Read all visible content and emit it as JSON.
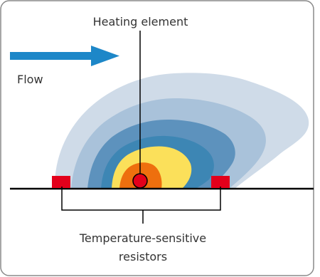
{
  "labels": {
    "heating_element": "Heating element",
    "flow": "Flow",
    "resistors_line1": "Temperature-sensitive",
    "resistors_line2": "resistors"
  },
  "colors": {
    "border": "#8a8a8a",
    "flow_arrow": "#1d87c8",
    "zone_outer": "#cfdbe8",
    "zone_2": "#a9c2da",
    "zone_3": "#5d92bd",
    "zone_4": "#3d86b4",
    "zone_5": "#fbe05a",
    "zone_core": "#ee6f0e",
    "heater": "#e3001b",
    "resistor": "#e3001b",
    "lines": "#000000",
    "text": "#333333"
  }
}
